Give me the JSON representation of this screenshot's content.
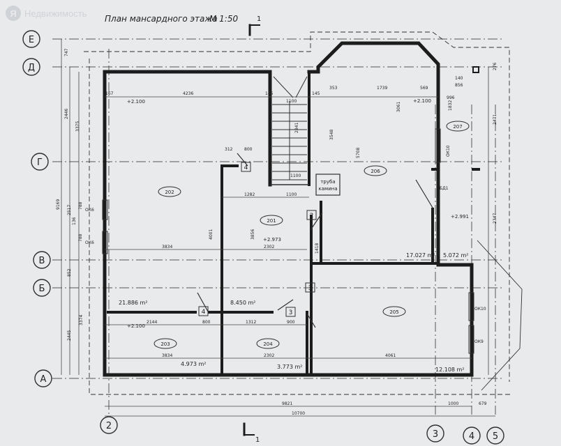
{
  "watermark": "Недвижимость",
  "watermark_logo": "Я",
  "title": "План мансардного этажа",
  "scale": "М 1:50",
  "section_mark": "1",
  "axes": {
    "rows": [
      "Е",
      "Д",
      "Г",
      "В",
      "Б",
      "А"
    ],
    "cols": [
      "2",
      "3",
      "4",
      "5"
    ]
  },
  "rooms": [
    {
      "no": "202",
      "area": "21.886 m²"
    },
    {
      "no": "201",
      "area": "8.450 m²"
    },
    {
      "no": "206",
      "area": "17.027 m²"
    },
    {
      "no": "207",
      "area": "5.072 m²"
    },
    {
      "no": "203",
      "area": "4.973 m²"
    },
    {
      "no": "204",
      "area": "3.773 m²"
    },
    {
      "no": "205",
      "area": "12.108 m²"
    }
  ],
  "levels": [
    "+2.100",
    "+2.100",
    "+2.100",
    "+2.973",
    "+2.991"
  ],
  "windows": [
    "ОК6",
    "ОК6",
    "ОК10",
    "ОК10",
    "ОК9",
    "БД1"
  ],
  "pipe": [
    "труба",
    "камина"
  ],
  "markers": [
    "4",
    "2",
    "3",
    "4",
    "3",
    "2"
  ],
  "dims": {
    "top": [
      "167",
      "4236",
      "145",
      "1100",
      "145",
      "353",
      "1739",
      "569",
      "856",
      "140"
    ],
    "mid": [
      "312",
      "800",
      "1282",
      "1100",
      "3834",
      "2302",
      "1418",
      "3856",
      "4001"
    ],
    "bottom_row": [
      "2144",
      "800",
      "1312",
      "900",
      "3834",
      "2302",
      "4061"
    ],
    "totals": [
      "9821",
      "10700",
      "1000",
      "679"
    ],
    "left": [
      "747",
      "2446",
      "3375",
      "2517",
      "788",
      "136",
      "788",
      "852",
      "9169",
      "3374",
      "2445"
    ],
    "right": [
      "276",
      "2471",
      "2347",
      "3061",
      "996",
      "1832",
      "5708",
      "3548",
      "2841",
      "1100"
    ]
  }
}
